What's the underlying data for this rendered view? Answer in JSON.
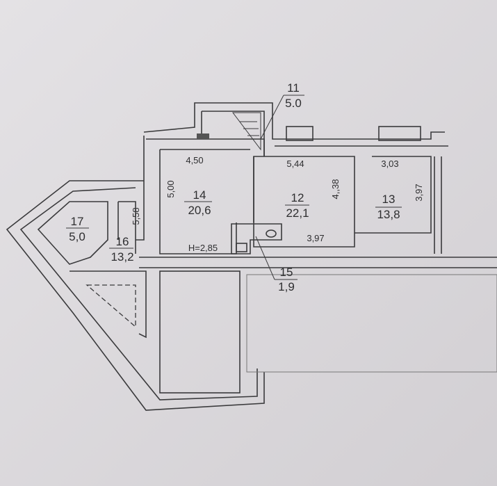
{
  "rooms": [
    {
      "number": "11",
      "area": "5.0"
    },
    {
      "number": "12",
      "area": "22,1"
    },
    {
      "number": "13",
      "area": "13,8"
    },
    {
      "number": "14",
      "area": "20,6"
    },
    {
      "number": "15",
      "area": "1,9"
    },
    {
      "number": "16",
      "area": "13,2"
    },
    {
      "number": "17",
      "area": "5,0"
    }
  ],
  "dimensions": {
    "room14_width": "4,50",
    "room14_depth": "5,00",
    "room12_width": "5,44",
    "room12_depth": "4,,38",
    "room12_bottom": "3,97",
    "room13_width": "3,03",
    "room13_depth": "3,97",
    "room16_depth": "5,58",
    "ceiling_height": "H=2,85"
  }
}
